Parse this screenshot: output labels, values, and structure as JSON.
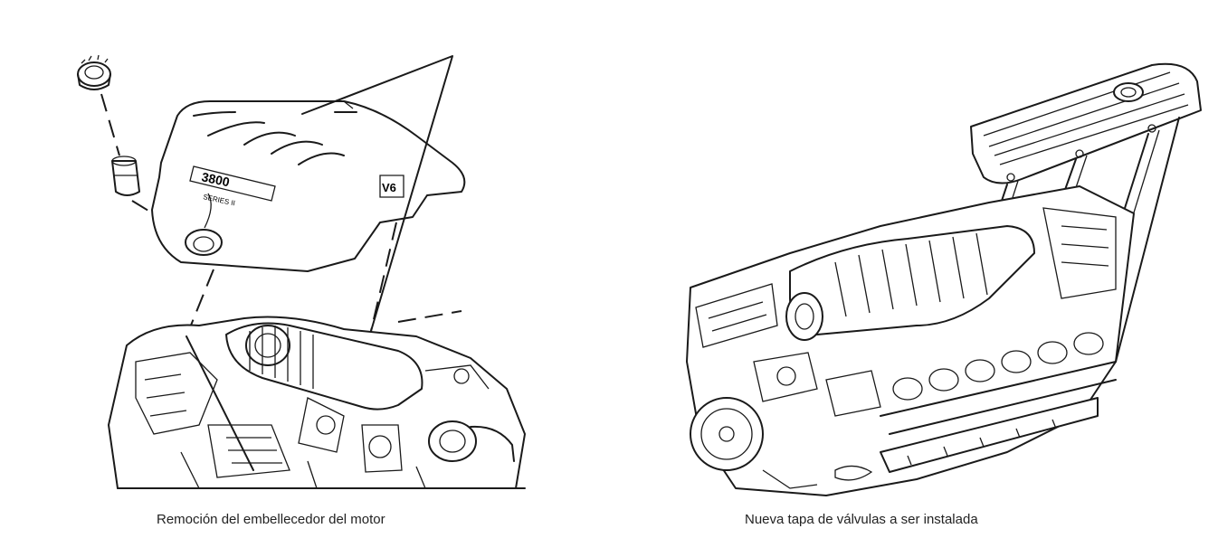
{
  "figures": [
    {
      "caption": "Remoción del embellecedor del motor",
      "cover_badges": [
        "3800",
        "SERIES II",
        "V6"
      ]
    },
    {
      "caption": "Nueva tapa de válvulas a ser instalada"
    }
  ],
  "colors": {
    "ink": "#1a1a1a",
    "paper": "#ffffff"
  }
}
